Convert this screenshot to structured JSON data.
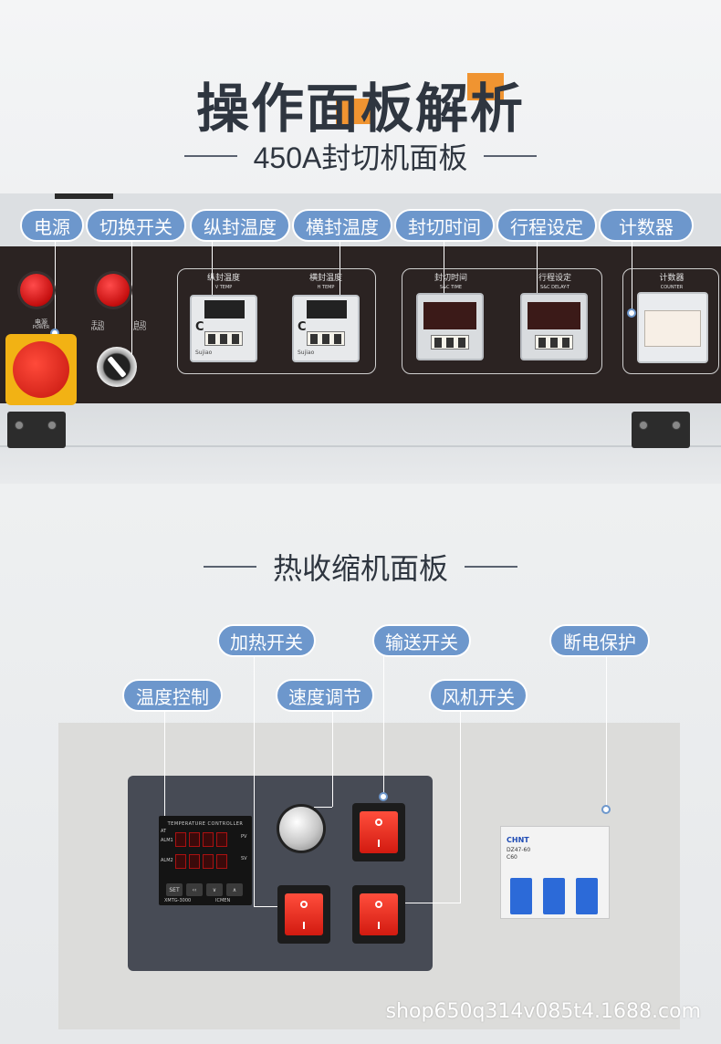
{
  "header": {
    "title": "操作面板解析",
    "subtitle": "450A封切机面板"
  },
  "panel1": {
    "labels": [
      "电源",
      "切换开关",
      "纵封温度",
      "横封温度",
      "封切时间",
      "行程设定",
      "计数器"
    ],
    "tiny_text": {
      "power": "电源",
      "power_en": "POWER",
      "hand": "手动",
      "hand_en": "HAND",
      "auto": "自动",
      "auto_en": "AUTO",
      "v_temp": "纵封温度",
      "v_temp_en": "V TEMP",
      "h_temp": "横封温度",
      "h_temp_en": "H TEMP",
      "sc_time": "封切时间",
      "sc_time_en": "S&C TIME",
      "sc_delay": "行程设定",
      "sc_delay_en": "S&C DELAY-T",
      "counter": "计数器",
      "counter_en": "COUNTER",
      "meter_unit": "C",
      "meter_brand": "Sujiao"
    }
  },
  "section2": {
    "subtitle": "热收缩机面板",
    "labels": {
      "heating": "加热开关",
      "conveyor": "输送开关",
      "breaker": "断电保护",
      "temp_control": "温度控制",
      "speed": "速度调节",
      "fan": "风机开关"
    },
    "controller": {
      "title": "TEMPERATURE CONTROLLER",
      "pv": "PV",
      "sv": "SV",
      "at": "AT",
      "alm1": "ALM1",
      "alm2": "ALM2",
      "set": "SET",
      "model": "XMTG-3000",
      "brand": "ICMEN"
    },
    "breaker": {
      "brand": "CHNT",
      "model": "DZ47-60",
      "rating": "C60"
    }
  },
  "watermark": "shop650q314v085t4.1688.com",
  "colors": {
    "accent_orange": "#f08a1c",
    "pill_blue": "#6d97cc",
    "panel_dark": "#2b2322"
  }
}
